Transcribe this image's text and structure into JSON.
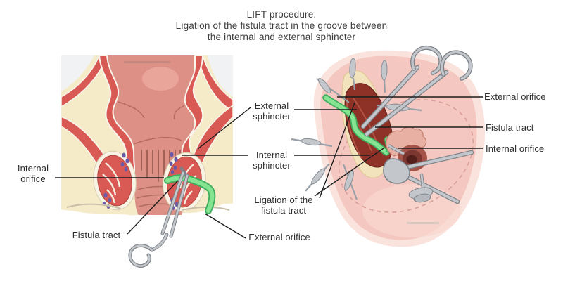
{
  "title": {
    "text": "LIFT procedure:\nLigation of the fistula tract in the groove between\nthe internal and external sphincter"
  },
  "labels": {
    "left": {
      "internal_orifice": "Internal\norifice",
      "fistula_tract": "Fistula tract",
      "external_orifice": "External orifice"
    },
    "middle": {
      "external_sphincter": "External\nsphincter",
      "internal_sphincter": "Internal\nsphincter",
      "ligation_of_the_fistula_tract": "Ligation of the\nfistula tract"
    },
    "right": {
      "external_orifice": "External orifice",
      "fistula_tract": "Fistula tract",
      "internal_orifice": "Internal orifice"
    }
  },
  "colors": {
    "pointer_line": "#1c1c1c",
    "text_color": "#2e2e2e",
    "cream_tissue": "#f6ebc9",
    "muscle_red": "#d95a54",
    "muscle_dark_red": "#8e3126",
    "mucosa_pink": "#dd9186",
    "skin_pink": "#f4c8c1",
    "skin_halo": "#fbe3dd",
    "vessel_loop_green": "#84e491",
    "vessel_loop_green_dark": "#3fae5e",
    "instrument_gray": "#c3c7cc",
    "instrument_outline": "#7c8288",
    "purple_nodes": "#6a5aa8"
  }
}
